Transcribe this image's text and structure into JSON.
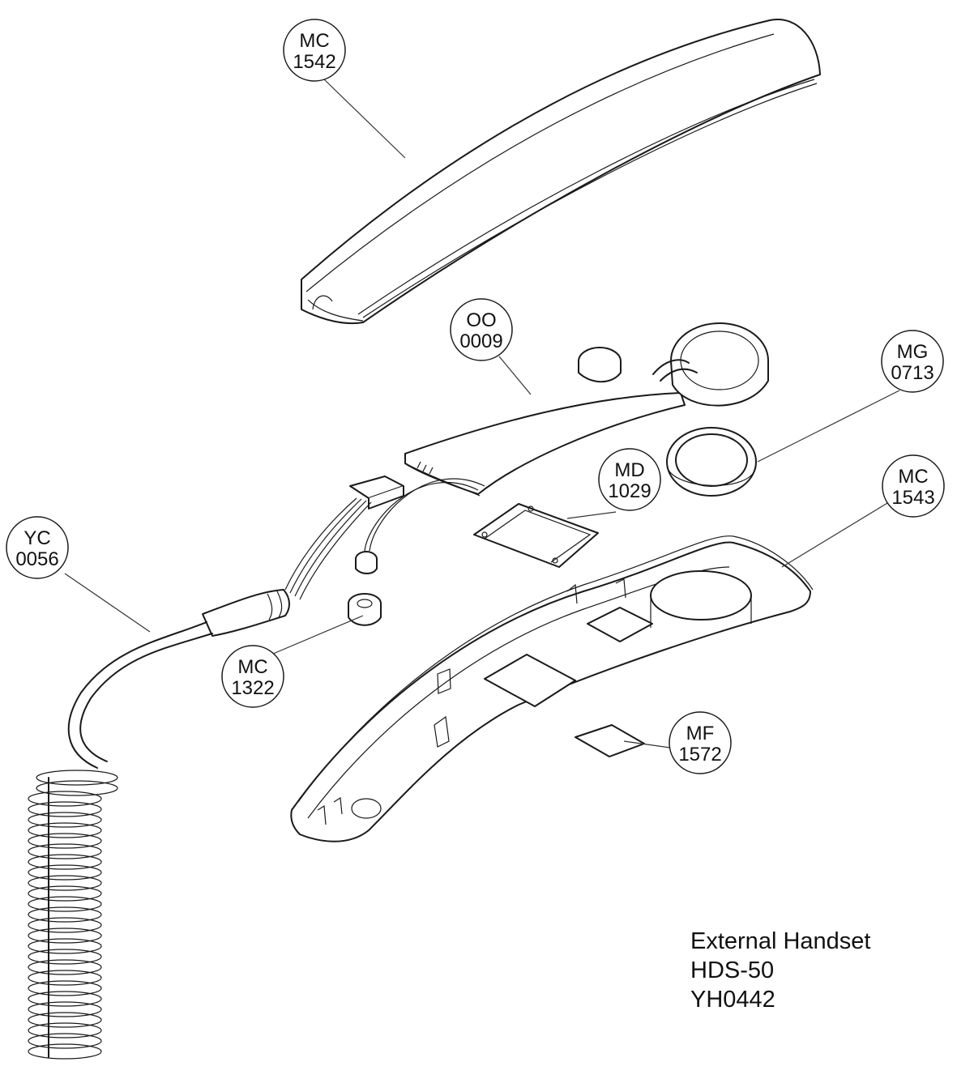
{
  "callouts": [
    {
      "id": "mc1542",
      "line1": "MC",
      "line2": "1542"
    },
    {
      "id": "oo0009",
      "line1": "OO",
      "line2": "0009"
    },
    {
      "id": "mg0713",
      "line1": "MG",
      "line2": "0713"
    },
    {
      "id": "md1029",
      "line1": "MD",
      "line2": "1029"
    },
    {
      "id": "mc1543",
      "line1": "MC",
      "line2": "1543"
    },
    {
      "id": "yc0056",
      "line1": "YC",
      "line2": "0056"
    },
    {
      "id": "mc1322",
      "line1": "MC",
      "line2": "1322"
    },
    {
      "id": "mf1572",
      "line1": "MF",
      "line2": "1572"
    }
  ],
  "caption": {
    "line1": "External Handset",
    "line2": "HDS-50",
    "line3": "YH0442"
  }
}
